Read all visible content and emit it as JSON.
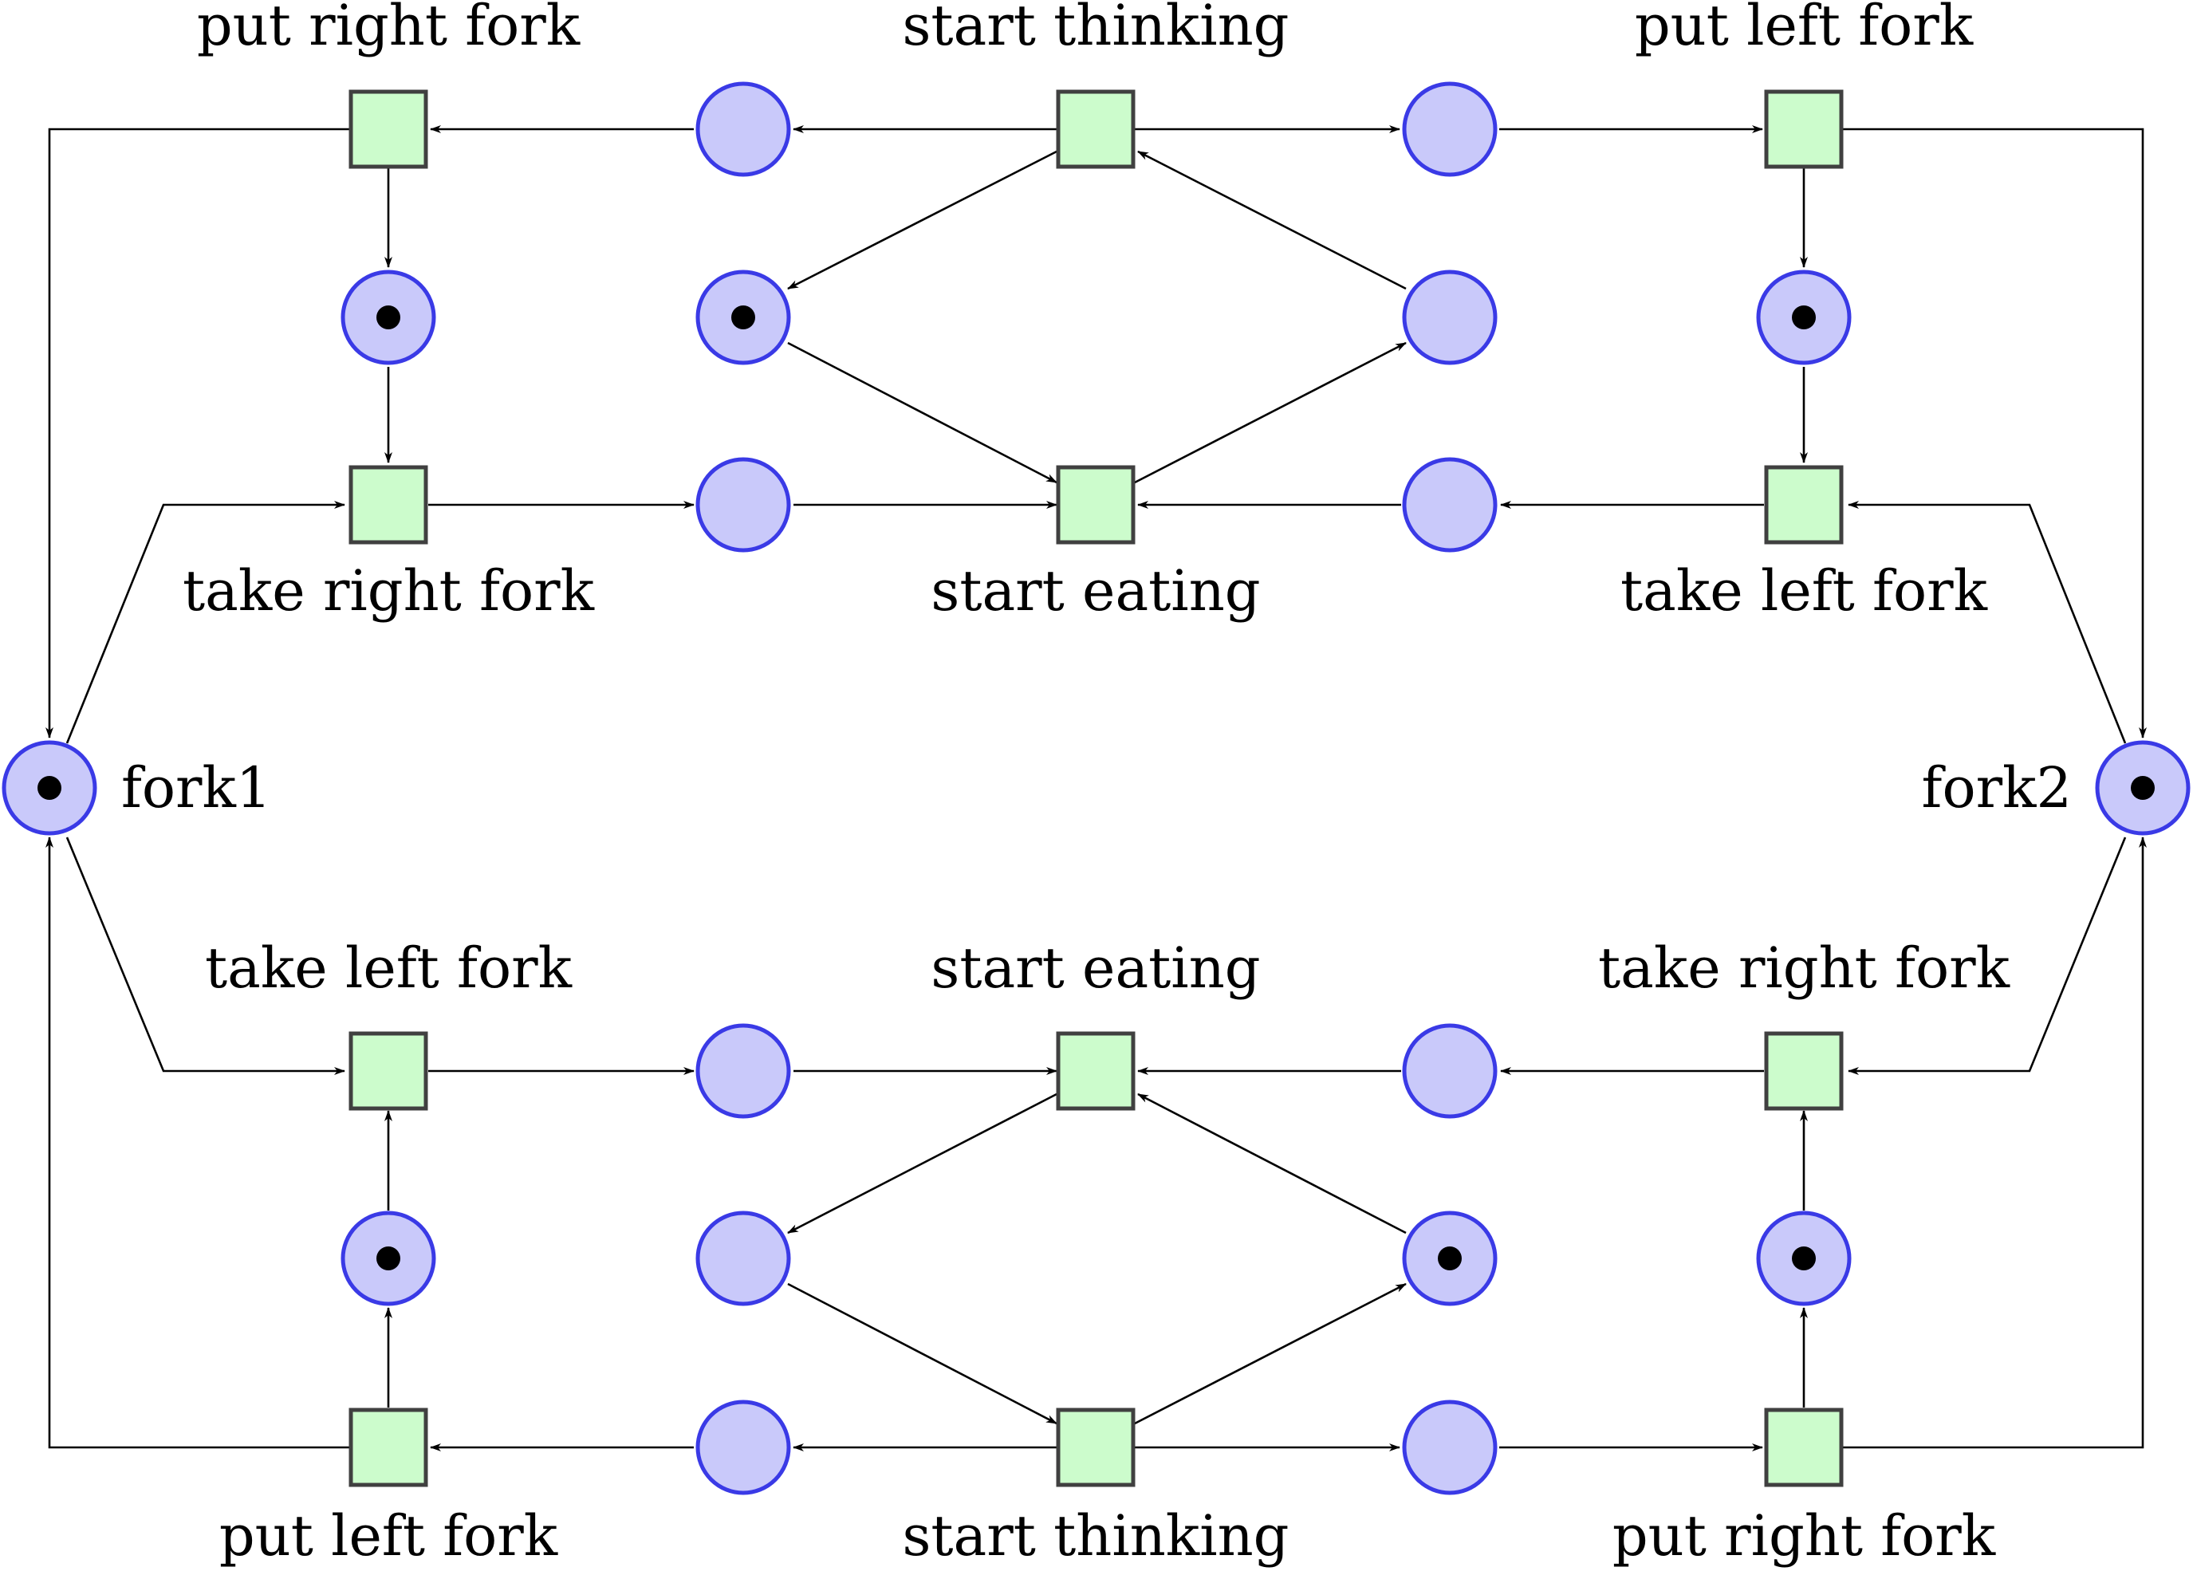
{
  "diagram": {
    "type": "petri-net",
    "colors": {
      "place_fill": "#c9c9fa",
      "place_stroke": "#3a3ae6",
      "transition_fill": "#ccfccc",
      "transition_stroke": "#404040",
      "token": "#000000"
    },
    "labels": {
      "top_put_right_fork": "put right fork",
      "top_start_thinking": "start thinking",
      "top_put_left_fork": "put left fork",
      "top_take_right_fork": "take right fork",
      "top_start_eating": "start eating",
      "top_take_left_fork": "take left fork",
      "fork1": "fork1",
      "fork2": "fork2",
      "bot_take_left_fork": "take left fork",
      "bot_start_eating": "start eating",
      "bot_take_right_fork": "take right fork",
      "bot_put_left_fork": "put left fork",
      "bot_start_thinking": "start thinking",
      "bot_put_right_fork": "put right fork"
    },
    "places": [
      {
        "id": "fork1",
        "tokens": 1
      },
      {
        "id": "fork2",
        "tokens": 1
      },
      {
        "id": "top_right_fork_released",
        "tokens": 0
      },
      {
        "id": "top_left_fork_released",
        "tokens": 0
      },
      {
        "id": "top_hungry_right",
        "tokens": 1
      },
      {
        "id": "top_thinking",
        "tokens": 1
      },
      {
        "id": "top_eating",
        "tokens": 0
      },
      {
        "id": "top_hungry_left",
        "tokens": 1
      },
      {
        "id": "top_has_right_fork",
        "tokens": 0
      },
      {
        "id": "top_has_left_fork",
        "tokens": 0
      },
      {
        "id": "bot_has_left_fork",
        "tokens": 0
      },
      {
        "id": "bot_has_right_fork",
        "tokens": 0
      },
      {
        "id": "bot_hungry_left",
        "tokens": 1
      },
      {
        "id": "bot_thinking",
        "tokens": 0
      },
      {
        "id": "bot_eating",
        "tokens": 1
      },
      {
        "id": "bot_hungry_right",
        "tokens": 1
      },
      {
        "id": "bot_left_fork_released",
        "tokens": 0
      },
      {
        "id": "bot_right_fork_released",
        "tokens": 0
      }
    ]
  }
}
